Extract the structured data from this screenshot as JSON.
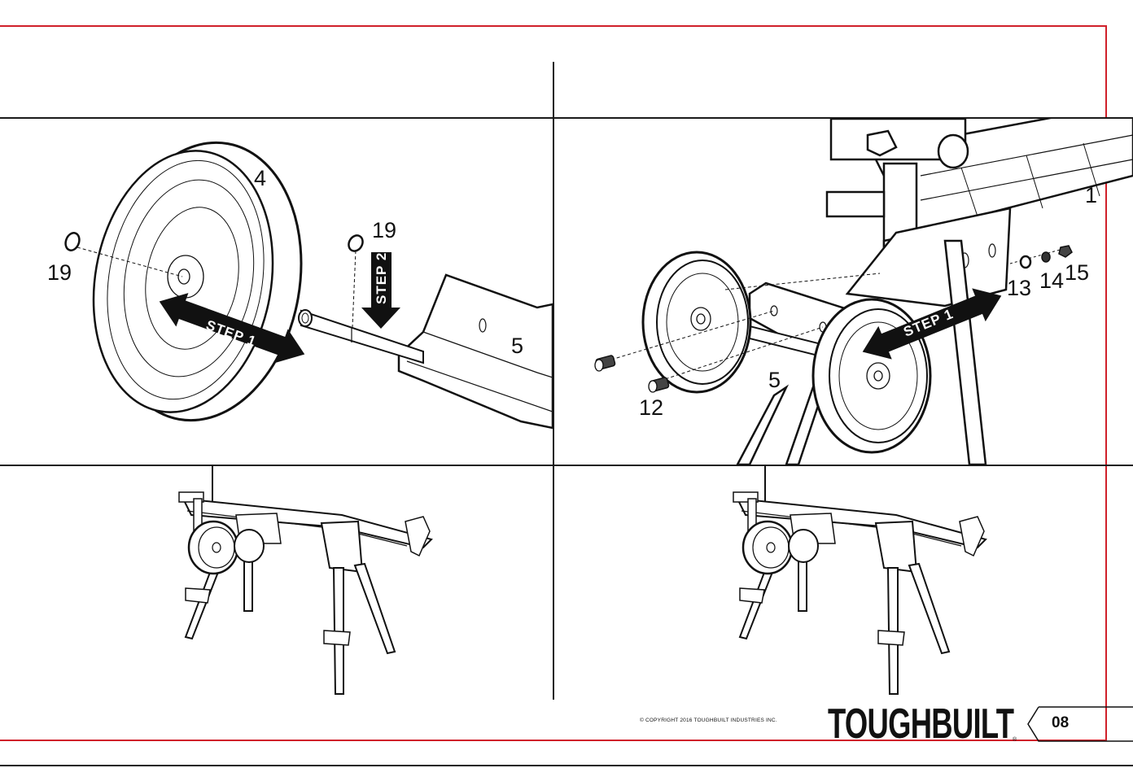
{
  "callouts": {
    "top_left": {
      "wheel": "4",
      "clip_left": "19",
      "clip_right": "19",
      "leg": "5"
    },
    "top_right": {
      "frame": "1",
      "washer": "13",
      "lock_washer": "14",
      "nut": "15",
      "bolt": "12",
      "leg": "5"
    }
  },
  "steps": {
    "top_left_step1": "STEP 1",
    "top_left_step2": "STEP 2",
    "top_right_step1": "STEP 1"
  },
  "footer": {
    "copyright": "© COPYRIGHT 2016 TOUGHBUILT INDUSTRIES INC.",
    "brand": "TOUGHBUILT",
    "registered": "®",
    "page_number": "08"
  },
  "colors": {
    "trim_line": "#d0202a",
    "ink": "#111111"
  }
}
